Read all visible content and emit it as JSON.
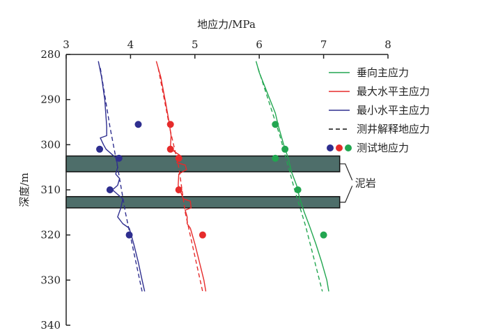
{
  "chart_data": {
    "type": "line",
    "xlabel": "地应力/MPa",
    "ylabel": "深度/m",
    "xlim": [
      3,
      8
    ],
    "ylim": [
      280,
      340
    ],
    "y_inverted": true,
    "x_axis_position": "top",
    "x_ticks": [
      "3",
      "4",
      "5",
      "6",
      "7",
      "8"
    ],
    "y_ticks": [
      "280",
      "290",
      "300",
      "310",
      "320",
      "330",
      "340"
    ],
    "grid": false,
    "legend_position": "right",
    "colors": {
      "vertical": "#22a650",
      "max_horizontal": "#e62b2b",
      "min_horizontal": "#2e2e8f",
      "mudstone_fill": "#4e6e6a",
      "axis": "#222222"
    },
    "series": [
      {
        "name": "垂向主应力",
        "key": "vertical",
        "points": [
          [
            5.95,
            281.5
          ],
          [
            6.0,
            284
          ],
          [
            6.25,
            293
          ],
          [
            6.3,
            296
          ],
          [
            6.38,
            300
          ],
          [
            6.45,
            303
          ],
          [
            6.5,
            306
          ],
          [
            6.58,
            309
          ],
          [
            6.63,
            312
          ],
          [
            6.7,
            315
          ],
          [
            6.78,
            318
          ],
          [
            6.88,
            322
          ],
          [
            6.97,
            326
          ],
          [
            7.05,
            330
          ],
          [
            7.08,
            332.5
          ]
        ]
      },
      {
        "name": "最大水平主应力",
        "key": "max_horizontal",
        "points": [
          [
            4.4,
            281.5
          ],
          [
            4.47,
            285
          ],
          [
            4.55,
            291
          ],
          [
            4.6,
            295
          ],
          [
            4.63,
            298
          ],
          [
            4.62,
            300.5
          ],
          [
            4.68,
            301.5
          ],
          [
            4.78,
            302.5
          ],
          [
            4.72,
            304
          ],
          [
            4.85,
            304.5
          ],
          [
            4.87,
            305.5
          ],
          [
            4.75,
            306.5
          ],
          [
            4.74,
            309
          ],
          [
            4.78,
            310.5
          ],
          [
            4.82,
            312
          ],
          [
            4.93,
            312.5
          ],
          [
            4.94,
            314
          ],
          [
            4.85,
            314.5
          ],
          [
            4.88,
            316
          ],
          [
            4.88,
            317.5
          ],
          [
            4.93,
            318.5
          ],
          [
            5.0,
            322
          ],
          [
            5.07,
            326
          ],
          [
            5.14,
            330
          ],
          [
            5.17,
            332.5
          ]
        ]
      },
      {
        "name": "最小水平主应力",
        "key": "min_horizontal",
        "points": [
          [
            3.5,
            281.5
          ],
          [
            3.55,
            285
          ],
          [
            3.6,
            290
          ],
          [
            3.63,
            296
          ],
          [
            3.63,
            298
          ],
          [
            3.53,
            298.5
          ],
          [
            3.58,
            300
          ],
          [
            3.62,
            301
          ],
          [
            3.7,
            302
          ],
          [
            3.78,
            303
          ],
          [
            3.8,
            305
          ],
          [
            3.77,
            306.5
          ],
          [
            3.83,
            307.5
          ],
          [
            3.8,
            309
          ],
          [
            3.72,
            310
          ],
          [
            3.8,
            311
          ],
          [
            3.88,
            312
          ],
          [
            3.85,
            314
          ],
          [
            3.8,
            316
          ],
          [
            3.88,
            317.5
          ],
          [
            3.98,
            318.5
          ],
          [
            4.05,
            322
          ],
          [
            4.12,
            326
          ],
          [
            4.18,
            330
          ],
          [
            4.22,
            332.5
          ]
        ]
      },
      {
        "name": "测井解释地应力",
        "key": "interpreted",
        "dashed": true,
        "lines": [
          {
            "ref": "vertical",
            "points": [
              [
                5.98,
                283
              ],
              [
                6.32,
                298
              ],
              [
                6.55,
                310
              ],
              [
                6.72,
                318
              ],
              [
                6.98,
                332.5
              ]
            ]
          },
          {
            "ref": "max_horizontal",
            "points": [
              [
                4.43,
                283
              ],
              [
                4.62,
                297
              ],
              [
                4.75,
                305
              ],
              [
                4.85,
                315
              ],
              [
                5.12,
                332.5
              ]
            ]
          },
          {
            "ref": "min_horizontal",
            "points": [
              [
                3.53,
                283
              ],
              [
                3.68,
                296
              ],
              [
                3.8,
                305
              ],
              [
                3.92,
                315
              ],
              [
                4.18,
                332.5
              ]
            ]
          }
        ]
      },
      {
        "name": "测试地应力",
        "key": "measured",
        "groups": [
          {
            "ref": "min_horizontal",
            "points": [
              [
                4.12,
                295.5
              ],
              [
                3.52,
                301
              ],
              [
                3.82,
                303
              ],
              [
                3.68,
                310
              ],
              [
                3.98,
                320
              ]
            ]
          },
          {
            "ref": "max_horizontal",
            "points": [
              [
                4.62,
                295.5
              ],
              [
                4.62,
                301
              ],
              [
                4.75,
                303
              ],
              [
                4.75,
                310
              ],
              [
                5.12,
                320
              ]
            ]
          },
          {
            "ref": "vertical",
            "points": [
              [
                6.25,
                295.5
              ],
              [
                6.4,
                301
              ],
              [
                6.25,
                303
              ],
              [
                6.6,
                310
              ],
              [
                7.0,
                320
              ]
            ]
          }
        ]
      }
    ],
    "mudstone_layers": [
      {
        "top": 302.5,
        "bottom": 306,
        "xmin": 3.0,
        "xmax": 7.25
      },
      {
        "top": 311.5,
        "bottom": 314,
        "xmin": 3.0,
        "xmax": 7.25
      }
    ],
    "annotations": [
      {
        "text": "泥岩",
        "anchor": [
          7.25,
          308.5
        ]
      }
    ]
  }
}
